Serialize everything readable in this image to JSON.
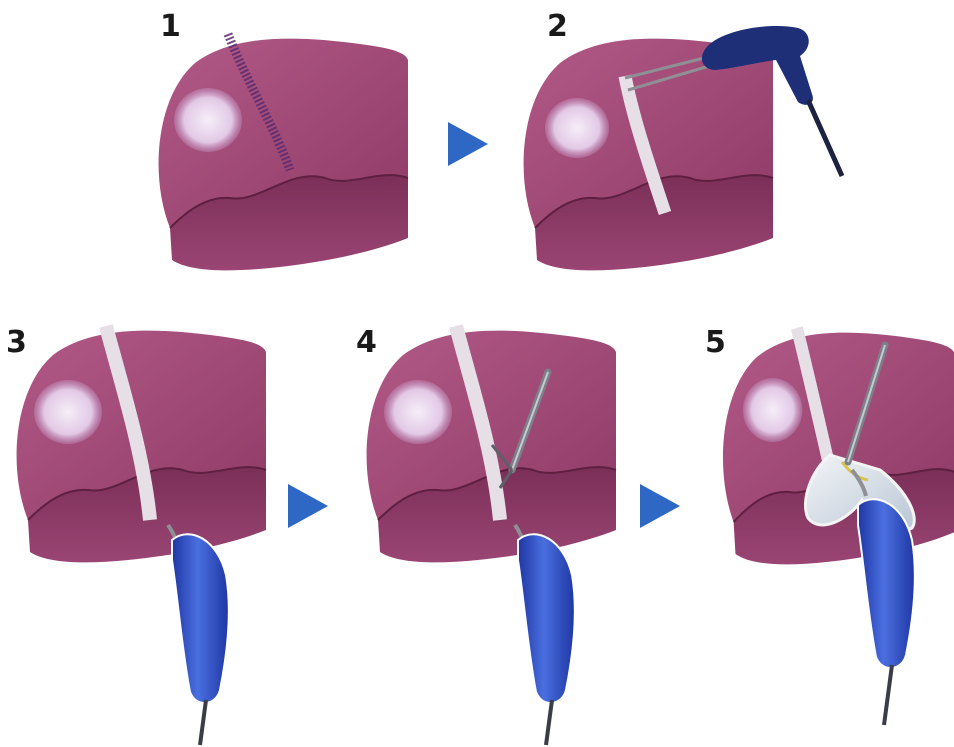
{
  "steps": [
    {
      "number": "1"
    },
    {
      "number": "2"
    },
    {
      "number": "3"
    },
    {
      "number": "4"
    },
    {
      "number": "5"
    }
  ],
  "colors": {
    "liver_top": "#9c4572",
    "liver_side": "#7a2f55",
    "liver_edge": "#5e1f40",
    "tumor": "#e8d6ee",
    "transection_line": "#5a2a6e",
    "cleared_band": "#e7dfe6",
    "arrow": "#2f67c4",
    "instrument_dark": "#1e2f78",
    "instrument_blue": "#2d4fc9",
    "instrument_steel": "#8e9096"
  },
  "icons": [
    "play-arrow-icon",
    "bipolar-coagulator-icon",
    "ultrasonic-dissector-icon",
    "scissors-icon"
  ]
}
